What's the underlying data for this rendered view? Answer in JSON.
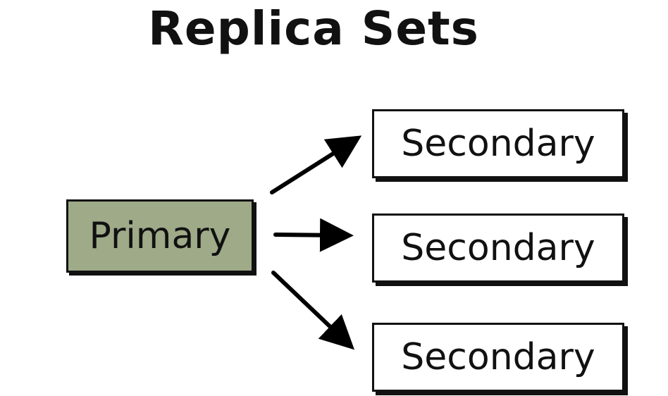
{
  "title": "Replica Sets",
  "primary": {
    "label": "Primary",
    "fill_color": "#9eaa88"
  },
  "secondaries": [
    {
      "label": "Secondary"
    },
    {
      "label": "Secondary"
    },
    {
      "label": "Secondary"
    }
  ],
  "edges": [
    {
      "from": "Primary",
      "to": "Secondary 1"
    },
    {
      "from": "Primary",
      "to": "Secondary 2"
    },
    {
      "from": "Primary",
      "to": "Secondary 3"
    }
  ]
}
